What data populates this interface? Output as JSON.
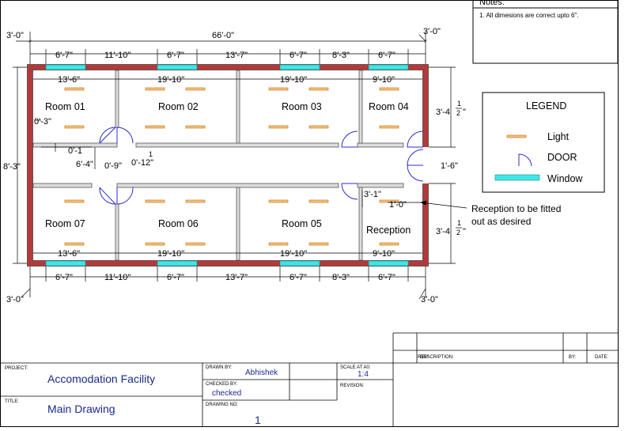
{
  "notes": {
    "title": "Notes:",
    "line1": "1. All dimesions are correct upto 6\"."
  },
  "dims": {
    "overall": "66'-0\"",
    "ext_left_top": "3'-0\"",
    "ext_right_top": "3'-0\"",
    "ext_left_bottom": "3'-0\"",
    "ext_right_bottom": "3'-0\"",
    "top_segments": [
      "6'-7\"",
      "11'-10\"",
      "6'-7\"",
      "13'-7\"",
      "6'-7\"",
      "8'-3\"",
      "6'-7\""
    ],
    "bottom_segments": [
      "6'-7\"",
      "11'-10\"",
      "6'-7\"",
      "13'-7\"",
      "6'-7\"",
      "8'-3\"",
      "6'-7\""
    ],
    "top_room_widths": [
      "13'-6\"",
      "19'-10\"",
      "19'-10\"",
      "9'-10\""
    ],
    "bottom_room_widths": [
      "13'-6\"",
      "19'-10\"",
      "19'-10\"",
      "9'-10\""
    ],
    "left_height": "8'-3\"",
    "right_top": "3'-4",
    "right_bottom": "3'-4",
    "frac_num": "1",
    "frac_den": "2",
    "frac_close": "\"",
    "corridor_right": "1'-6\"",
    "wall_03": "0'-3\"",
    "wall_01": "0'-1",
    "corr_64": "6'-4\"",
    "corr_09": "0'-9\"",
    "corr_012_num": "1",
    "corr_012": "0'-12\"",
    "recep_31": "3'-1\"",
    "recep_10": "1'-0\""
  },
  "rooms": {
    "r01": "Room 01",
    "r02": "Room 02",
    "r03": "Room 03",
    "r04": "Room 04",
    "r05": "Room 05",
    "r06": "Room 06",
    "r07": "Room 07",
    "reception": "Reception"
  },
  "annotation": {
    "line1": "Reception to be fitted",
    "line2": "out as desired"
  },
  "legend": {
    "title": "LEGEND",
    "light": "Light",
    "door": "DOOR",
    "window": "Window"
  },
  "titleblock": {
    "project_label": "PROJECT:",
    "project": "Accomodation Facility",
    "title_label": "TITLE:",
    "title": "Main Drawing",
    "drawn_by_label": "DRAWN BY:",
    "drawn_by": "Abhishek",
    "checked_by_label": "CHECKED BY:",
    "checked_by": "checked",
    "drawing_no_label": "DRAWING NO:",
    "drawing_no": "1",
    "scale_label": "SCALE AT A0:",
    "scale": "1:4",
    "revision_label": "REVISION:",
    "rev_label": "REV:",
    "description_label": "DESCRIPTION:",
    "by_label": "BY:",
    "date_label": "DATE:"
  },
  "colors": {
    "wall": "#b33a3a",
    "window": "#3fe6e6",
    "door": "#2b2bd6",
    "light": "#ef9a2a"
  }
}
